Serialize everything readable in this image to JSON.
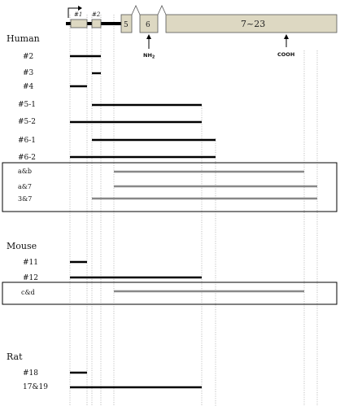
{
  "gene": {
    "exons": [
      {
        "label": "#1"
      },
      {
        "label": "#2"
      },
      {
        "label": "5"
      },
      {
        "label": "6"
      },
      {
        "label": "7~23"
      }
    ],
    "nh2_label": "NH",
    "nh2_sub": "2",
    "cooh_label": "COOH"
  },
  "species": [
    {
      "name": "Human"
    },
    {
      "name": "Mouse"
    },
    {
      "name": "Rat"
    }
  ],
  "clones": [
    {
      "label": "#2",
      "species": "Human",
      "color": "#000000"
    },
    {
      "label": "#3",
      "species": "Human",
      "color": "#000000"
    },
    {
      "label": "#4",
      "species": "Human",
      "color": "#000000"
    },
    {
      "label": "#5-1",
      "species": "Human",
      "color": "#000000"
    },
    {
      "label": "#5-2",
      "species": "Human",
      "color": "#000000"
    },
    {
      "label": "#6-1",
      "species": "Human",
      "color": "#000000"
    },
    {
      "label": "#6-2",
      "species": "Human",
      "color": "#000000"
    },
    {
      "label": "a&b",
      "species": "Human",
      "color": "#888888"
    },
    {
      "label": "a&7",
      "species": "Human",
      "color": "#888888"
    },
    {
      "label": "3&7",
      "species": "Human",
      "color": "#888888"
    },
    {
      "label": "#11",
      "species": "Mouse",
      "color": "#000000"
    },
    {
      "label": "#12",
      "species": "Mouse",
      "color": "#000000"
    },
    {
      "label": "c&d",
      "species": "Mouse",
      "color": "#888888"
    },
    {
      "label": "#18",
      "species": "Rat",
      "color": "#000000"
    },
    {
      "label": "17&19",
      "species": "Rat",
      "color": "#000000"
    }
  ],
  "colors": {
    "exon_fill": "#ddd8c2",
    "exon_stroke": "#555555",
    "black_line": "#000000",
    "gray_line": "#888888",
    "guide": "#9a9a9a"
  }
}
